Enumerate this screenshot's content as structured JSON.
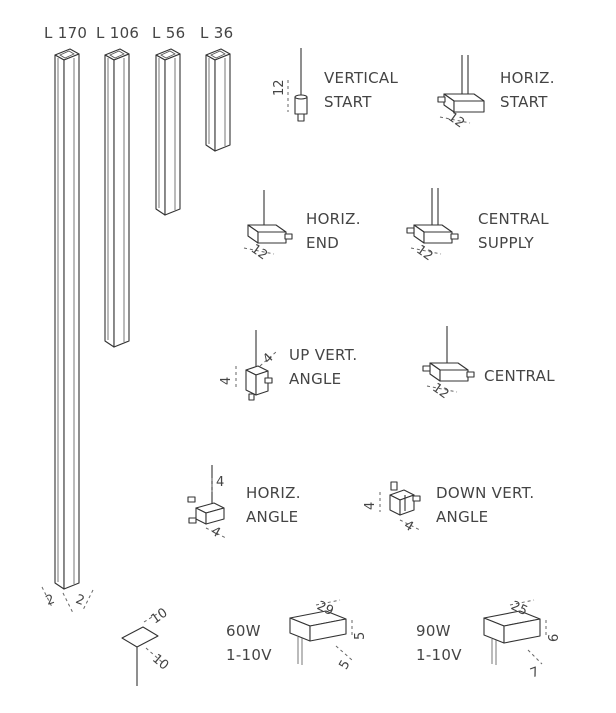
{
  "profiles": [
    {
      "label": "L 170"
    },
    {
      "label": "L 106"
    },
    {
      "label": "L 56"
    },
    {
      "label": "L 36"
    }
  ],
  "profile_section": {
    "w": "2",
    "h": "2"
  },
  "connectors": {
    "vertical_start": {
      "line1": "VERTICAL",
      "line2": "START",
      "dim": "12"
    },
    "horiz_start": {
      "line1": "HORIZ.",
      "line2": "START",
      "dim": "12"
    },
    "horiz_end": {
      "line1": "HORIZ.",
      "line2": "END",
      "dim": "12"
    },
    "central_supply": {
      "line1": "CENTRAL",
      "line2": "SUPPLY",
      "dim": "12"
    },
    "up_vert_angle": {
      "line1": "UP VERT.",
      "line2": "ANGLE",
      "dim_a": "4",
      "dim_b": "4"
    },
    "central": {
      "line1": "CENTRAL",
      "dim": "12"
    },
    "horiz_angle": {
      "line1": "HORIZ.",
      "line2": "ANGLE",
      "dim_a": "4",
      "dim_b": "4"
    },
    "down_vert_angle": {
      "line1": "DOWN VERT.",
      "line2": "ANGLE",
      "dim_a": "4",
      "dim_b": "4"
    }
  },
  "plate": {
    "dim_a": "10",
    "dim_b": "10"
  },
  "drivers": [
    {
      "power": "60W",
      "control": "1-10V",
      "dim_l": "29",
      "dim_w": "5",
      "dim_h": "5"
    },
    {
      "power": "90W",
      "control": "1-10V",
      "dim_l": "25",
      "dim_w": "6",
      "dim_h": "7"
    }
  ]
}
